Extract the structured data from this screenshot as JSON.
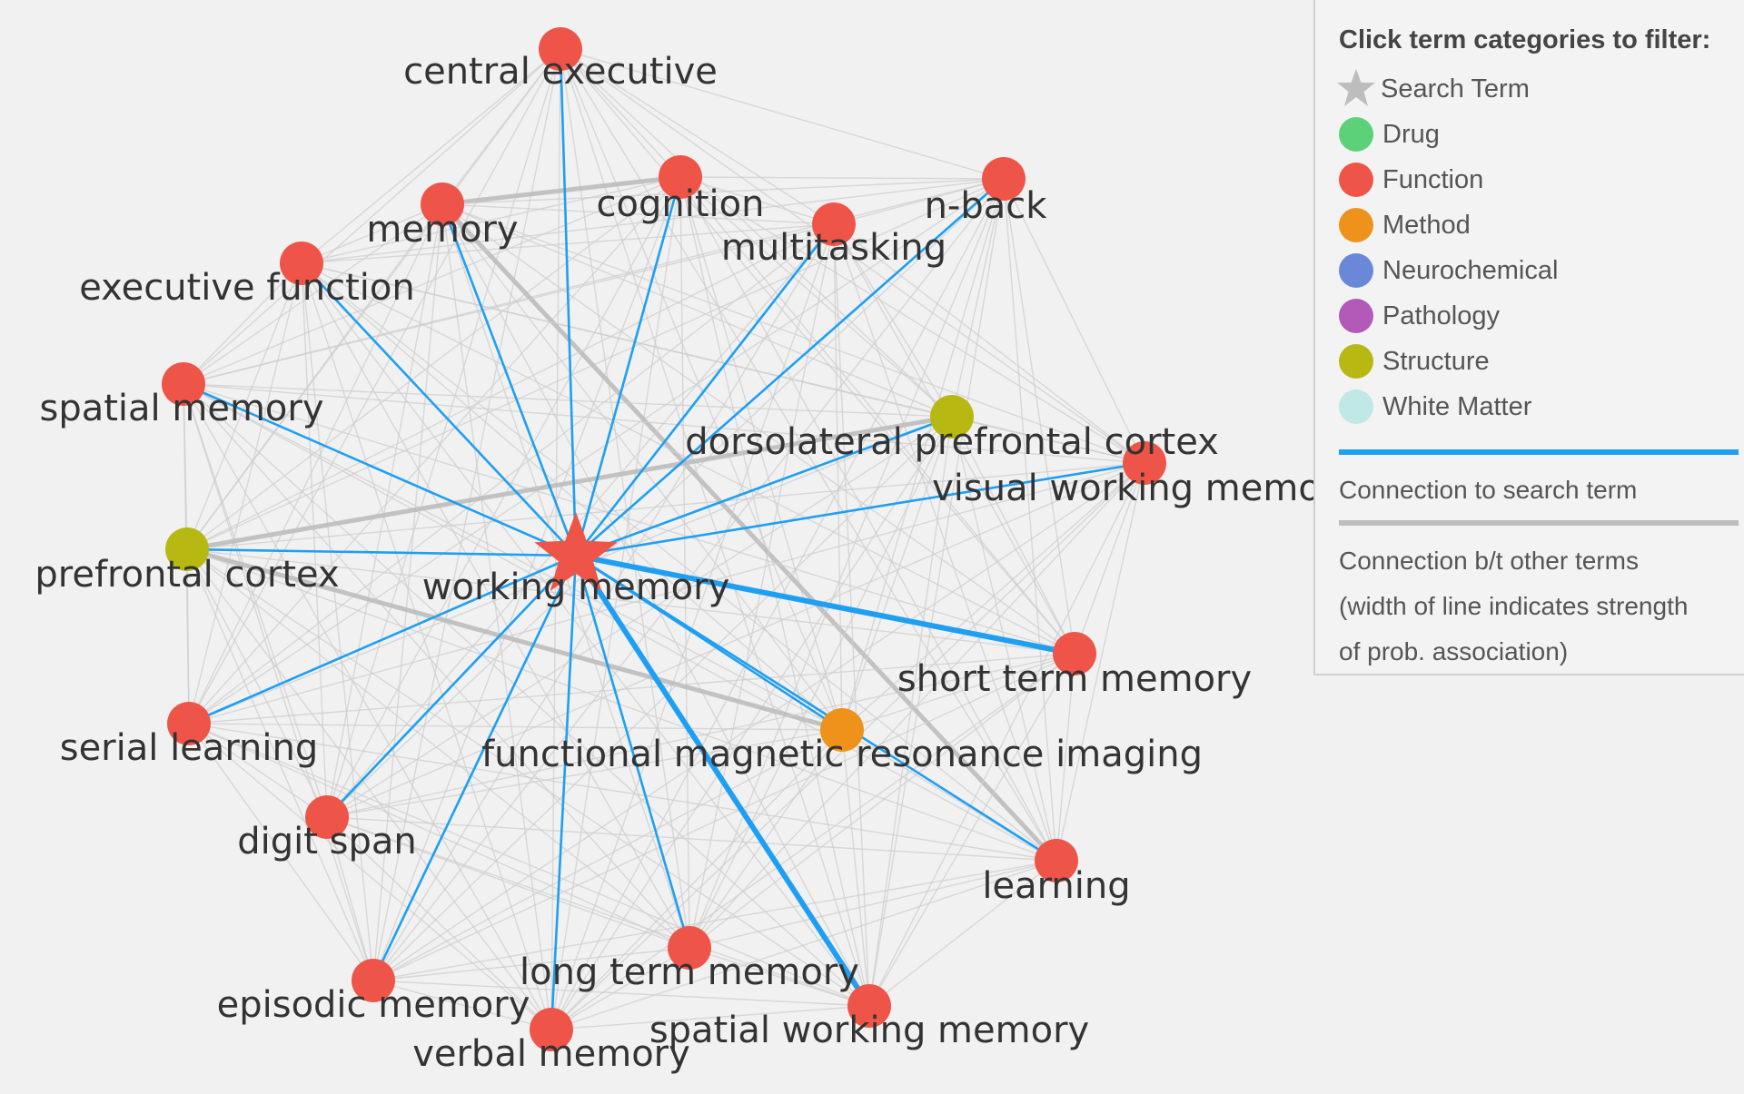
{
  "legend": {
    "title": "Click term categories to filter:",
    "categories": [
      {
        "label": "Search Term",
        "color": "#bdbdbd",
        "icon": "star-icon"
      },
      {
        "label": "Drug",
        "color": "#5dd07a"
      },
      {
        "label": "Function",
        "color": "#ee5548"
      },
      {
        "label": "Method",
        "color": "#ef921c"
      },
      {
        "label": "Neurochemical",
        "color": "#6b87d8"
      },
      {
        "label": "Pathology",
        "color": "#b35ab8"
      },
      {
        "label": "Structure",
        "color": "#b8b812"
      },
      {
        "label": "White Matter",
        "color": "#bfe8e6"
      }
    ],
    "search_connection": "Connection to search term",
    "other_connection_lines": [
      "Connection b/t other terms",
      "(width of line indicates strength",
      "of prob. association)"
    ],
    "search_line_color": "#1e9ff2",
    "other_line_color": "#bdbdbd"
  },
  "graph": {
    "center": {
      "label": "working memory",
      "category": "Search Term",
      "color": "#ee5548"
    },
    "nodes": [
      {
        "id": "central-executive",
        "label": "central executive",
        "category": "Function"
      },
      {
        "id": "cognition",
        "label": "cognition",
        "category": "Function"
      },
      {
        "id": "n-back",
        "label": "n-back",
        "category": "Function"
      },
      {
        "id": "memory",
        "label": "memory",
        "category": "Function"
      },
      {
        "id": "multitasking",
        "label": "multitasking",
        "category": "Function"
      },
      {
        "id": "executive-function",
        "label": "executive function",
        "category": "Function"
      },
      {
        "id": "spatial-memory",
        "label": "spatial memory",
        "category": "Function"
      },
      {
        "id": "dorsolateral-prefrontal-cortex",
        "label": "dorsolateral prefrontal cortex",
        "category": "Structure"
      },
      {
        "id": "visual-working-memory",
        "label": "visual working memory",
        "category": "Function"
      },
      {
        "id": "prefrontal-cortex",
        "label": "prefrontal cortex",
        "category": "Structure"
      },
      {
        "id": "short-term-memory",
        "label": "short term memory",
        "category": "Function"
      },
      {
        "id": "serial-learning",
        "label": "serial learning",
        "category": "Function"
      },
      {
        "id": "functional-magnetic-resonance-imaging",
        "label": "functional magnetic resonance imaging",
        "category": "Method"
      },
      {
        "id": "digit-span",
        "label": "digit span",
        "category": "Function"
      },
      {
        "id": "learning",
        "label": "learning",
        "category": "Function"
      },
      {
        "id": "long-term-memory",
        "label": "long term memory",
        "category": "Function"
      },
      {
        "id": "episodic-memory",
        "label": "episodic memory",
        "category": "Function"
      },
      {
        "id": "spatial-working-memory",
        "label": "spatial working memory",
        "category": "Function"
      },
      {
        "id": "verbal-memory",
        "label": "verbal memory",
        "category": "Function"
      }
    ],
    "strong_links": [
      [
        "memory",
        "cognition"
      ],
      [
        "prefrontal-cortex",
        "dorsolateral-prefrontal-cortex"
      ],
      [
        "memory",
        "learning"
      ],
      [
        "prefrontal-cortex",
        "functional-magnetic-resonance-imaging"
      ]
    ],
    "thick_search_links": [
      "short-term-memory",
      "spatial-working-memory"
    ]
  }
}
